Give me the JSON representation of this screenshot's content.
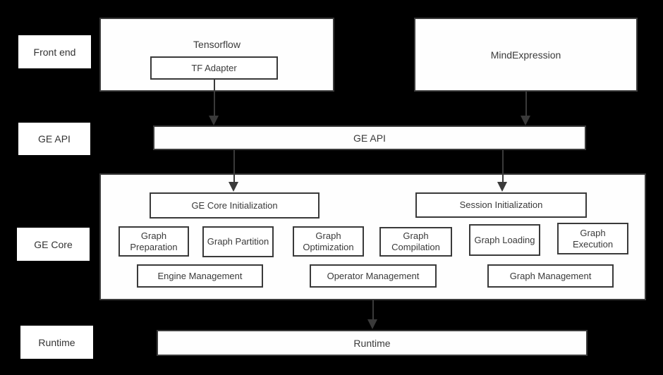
{
  "colors": {
    "background": "#000000",
    "box_fill": "#ffffff",
    "border": "#3a3a3a",
    "text": "#3a3a3a",
    "arrow": "#3a3a3a"
  },
  "side_labels": [
    "Front end",
    "GE API",
    "GE Core",
    "Runtime"
  ],
  "frontend": {
    "tensorflow_title": "Tensorflow",
    "tf_adapter": "TF Adapter",
    "mindexpression_title": "MindExpression"
  },
  "ge_api": {
    "label": "GE API"
  },
  "ge_core": {
    "initialization": [
      "GE Core Initialization",
      "Session Initialization"
    ],
    "stages": [
      "Graph Preparation",
      "Graph Partition",
      "Graph Optimization",
      "Graph Compilation",
      "Graph Loading",
      "Graph Execution"
    ],
    "management": [
      "Engine Management",
      "Operator Management",
      "Graph Management"
    ]
  },
  "runtime": {
    "label": "Runtime"
  }
}
